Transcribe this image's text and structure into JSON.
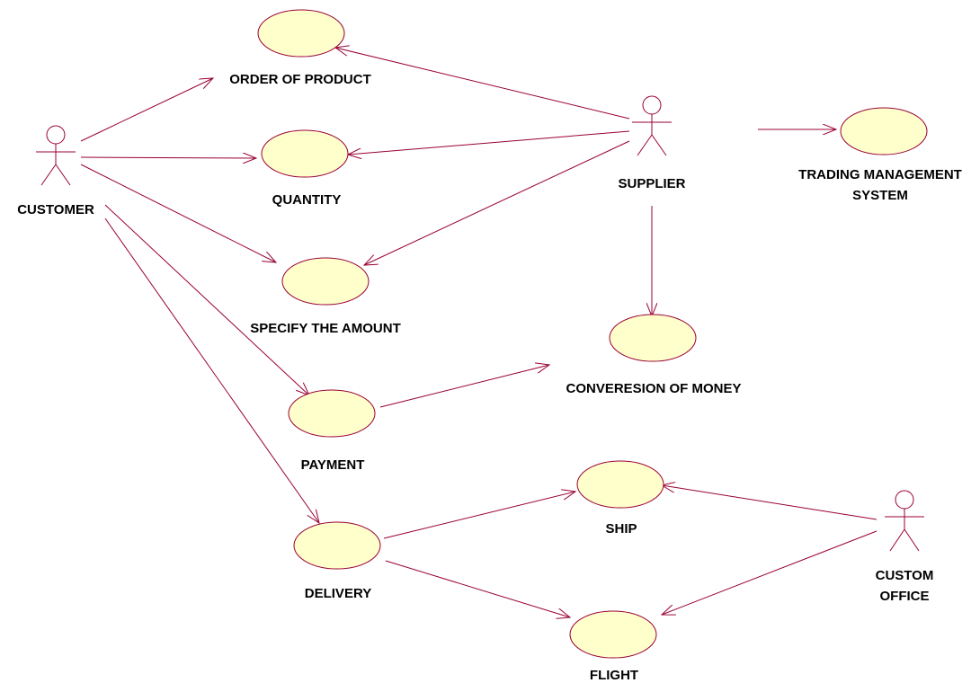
{
  "colors": {
    "line": "#990033",
    "usecase_fill": "#FFFFCC",
    "usecase_stroke": "#990033",
    "text": "#000000"
  },
  "actors": {
    "customer": "CUSTOMER",
    "supplier": "SUPPLIER",
    "custom_office_line1": "CUSTOM",
    "custom_office_line2": "OFFICE"
  },
  "usecases": {
    "order_of_product": "ORDER OF PRODUCT",
    "quantity": "QUANTITY",
    "specify_the_amount": "SPECIFY THE AMOUNT",
    "payment": "PAYMENT",
    "delivery": "DELIVERY",
    "conversion_of_money": "CONVERESION OF MONEY",
    "ship": "SHIP",
    "flight": "FLIGHT",
    "trading_management_system_line1": "TRADING MANAGEMENT",
    "trading_management_system_line2": "SYSTEM"
  },
  "associations": [
    {
      "from": "CUSTOMER",
      "to": "ORDER OF PRODUCT"
    },
    {
      "from": "CUSTOMER",
      "to": "QUANTITY"
    },
    {
      "from": "CUSTOMER",
      "to": "SPECIFY THE AMOUNT"
    },
    {
      "from": "CUSTOMER",
      "to": "PAYMENT"
    },
    {
      "from": "CUSTOMER",
      "to": "DELIVERY"
    },
    {
      "from": "SUPPLIER",
      "to": "ORDER OF PRODUCT"
    },
    {
      "from": "SUPPLIER",
      "to": "QUANTITY"
    },
    {
      "from": "SUPPLIER",
      "to": "SPECIFY THE AMOUNT"
    },
    {
      "from": "SUPPLIER",
      "to": "CONVERESION OF MONEY"
    },
    {
      "from": "SUPPLIER",
      "to": "TRADING MANAGEMENT SYSTEM"
    },
    {
      "from": "PAYMENT",
      "to": "CONVERESION OF MONEY"
    },
    {
      "from": "DELIVERY",
      "to": "SHIP"
    },
    {
      "from": "DELIVERY",
      "to": "FLIGHT"
    },
    {
      "from": "CUSTOM OFFICE",
      "to": "SHIP"
    },
    {
      "from": "CUSTOM OFFICE",
      "to": "FLIGHT"
    }
  ]
}
